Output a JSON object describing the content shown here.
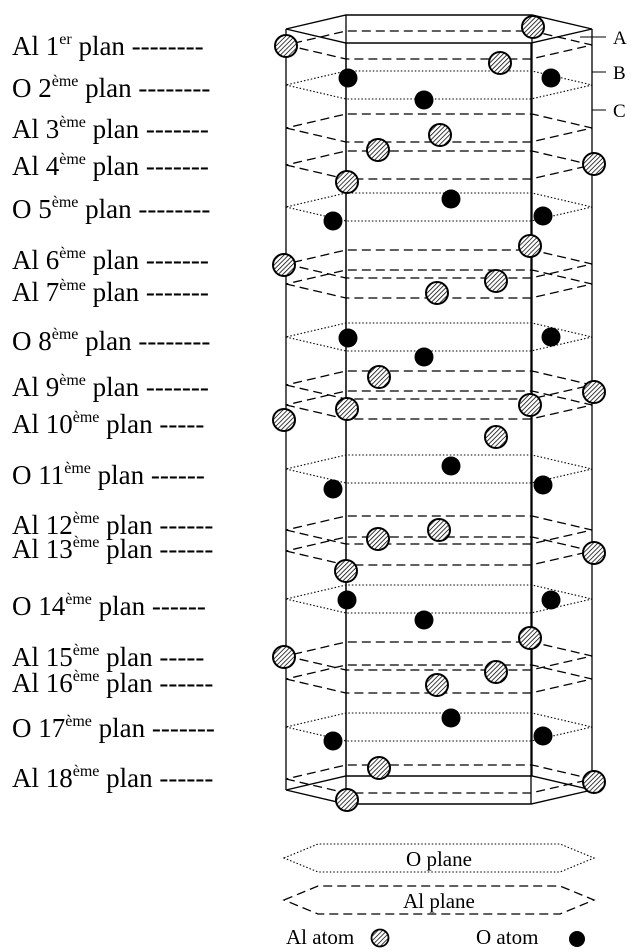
{
  "planes": [
    {
      "element": "Al",
      "number": "1",
      "suffix": "er",
      "word": "plan",
      "dashes": "--------",
      "atom": "Al"
    },
    {
      "element": "O",
      "number": "2",
      "suffix": "ème",
      "word": "plan",
      "dashes": "--------",
      "atom": "O"
    },
    {
      "element": "Al",
      "number": "3",
      "suffix": "ème",
      "word": "plan",
      "dashes": "-------",
      "atom": "Al"
    },
    {
      "element": "Al",
      "number": "4",
      "suffix": "ème",
      "word": "plan",
      "dashes": "-------",
      "atom": "Al"
    },
    {
      "element": "O",
      "number": "5",
      "suffix": "ème",
      "word": "plan",
      "dashes": "--------",
      "atom": "O"
    },
    {
      "element": "Al",
      "number": "6",
      "suffix": "ème",
      "word": "plan",
      "dashes": "-------",
      "atom": "Al"
    },
    {
      "element": "Al",
      "number": "7",
      "suffix": "ème",
      "word": "plan",
      "dashes": "-------",
      "atom": "Al"
    },
    {
      "element": "O",
      "number": "8",
      "suffix": "ème",
      "word": "plan",
      "dashes": "--------",
      "atom": "O"
    },
    {
      "element": "Al",
      "number": "9",
      "suffix": "ème",
      "word": "plan",
      "dashes": "-------",
      "atom": "Al"
    },
    {
      "element": "Al",
      "number": "10",
      "suffix": "ème",
      "word": "plan",
      "dashes": "-----",
      "atom": "Al"
    },
    {
      "element": "O",
      "number": "11",
      "suffix": "ème",
      "word": "plan",
      "dashes": "------",
      "atom": "O"
    },
    {
      "element": "Al",
      "number": "12",
      "suffix": "ème",
      "word": "plan",
      "dashes": "------",
      "atom": "Al"
    },
    {
      "element": "Al",
      "number": "13",
      "suffix": "ème",
      "word": "plan",
      "dashes": "------",
      "atom": "Al"
    },
    {
      "element": "O",
      "number": "14",
      "suffix": "ème",
      "word": "plan",
      "dashes": "------",
      "atom": "O"
    },
    {
      "element": "Al",
      "number": "15",
      "suffix": "ème",
      "word": "plan",
      "dashes": "-----",
      "atom": "Al"
    },
    {
      "element": "Al",
      "number": "16",
      "suffix": "ème",
      "word": "plan",
      "dashes": "------",
      "atom": "Al"
    },
    {
      "element": "O",
      "number": "17",
      "suffix": "ème",
      "word": "plan",
      "dashes": "-------",
      "atom": "O"
    },
    {
      "element": "Al",
      "number": "18",
      "suffix": "ème",
      "word": "plan",
      "dashes": "------",
      "atom": "Al"
    }
  ],
  "side_labels": [
    "A",
    "B",
    "C"
  ],
  "legend": {
    "o_plane": "O plane",
    "al_plane": "Al plane",
    "al_atom": "Al atom",
    "o_atom": "O atom"
  }
}
